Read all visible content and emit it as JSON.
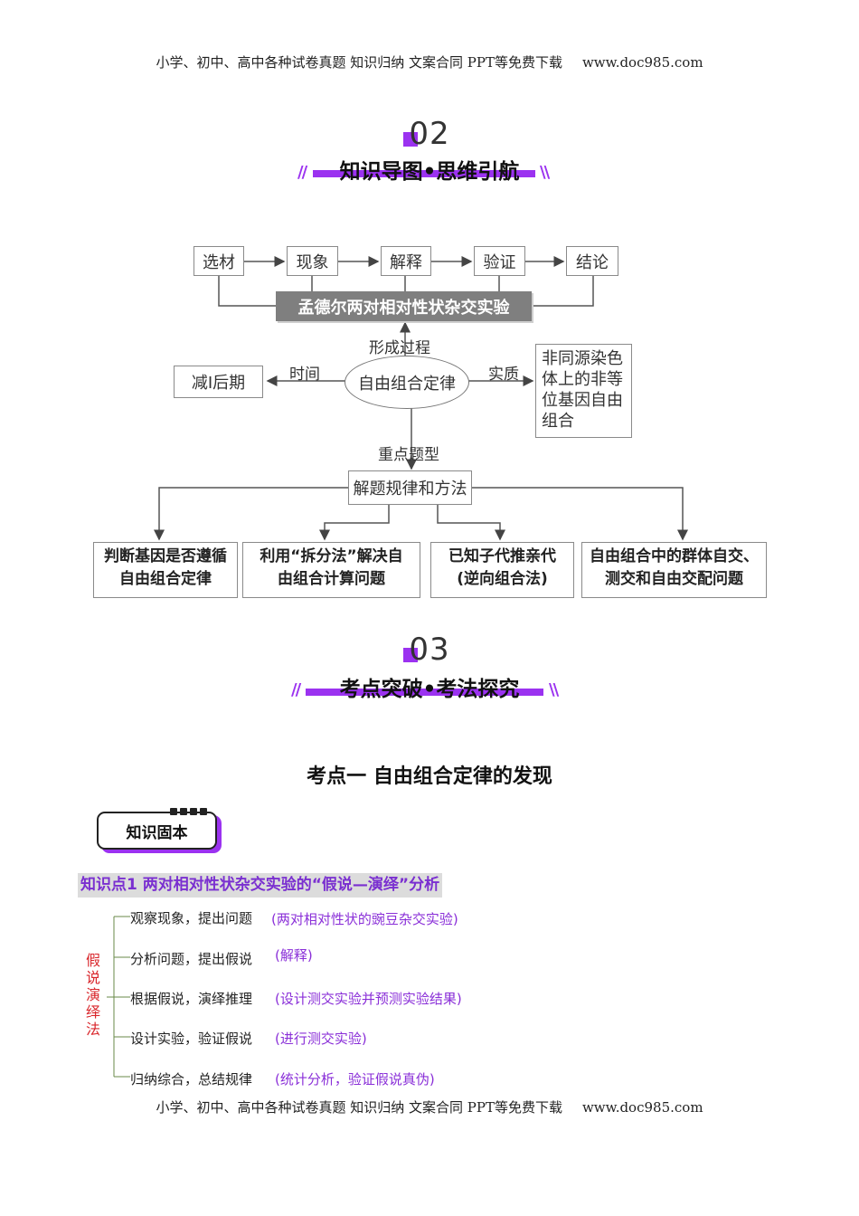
{
  "header": {
    "text": "小学、初中、高中各种试卷真题  知识归纳  文案合同  PPT等免费下载",
    "site": "www.doc985.com"
  },
  "footer": {
    "text": "小学、初中、高中各种试卷真题  知识归纳  文案合同  PPT等免费下载",
    "site": "www.doc985.com"
  },
  "section02": {
    "number": "02",
    "title": "知识导图•思维引航"
  },
  "mindmap": {
    "steps": [
      "选材",
      "现象",
      "解释",
      "验证",
      "结论"
    ],
    "experiment": "孟德尔两对相对性状杂交实验",
    "center": "自由组合定律",
    "label_process": "形成过程",
    "label_time": "时间",
    "time_box": "减Ⅰ后期",
    "label_essence": "实质",
    "essence_box": "非同源染色体上的非等位基因自由组合",
    "label_key": "重点题型",
    "methods": "解题规律和方法",
    "types": [
      {
        "line1": "判断基因是否遵循",
        "line2": "自由组合定律"
      },
      {
        "line1": "利用“拆分法”解决自",
        "line2": "由组合计算问题"
      },
      {
        "line1": "已知子代推亲代",
        "line2": "(逆向组合法)"
      },
      {
        "line1": "自由组合中的群体自交、",
        "line2": "测交和自由交配问题"
      }
    ]
  },
  "section03": {
    "number": "03",
    "title": "考点突破•考法探究"
  },
  "kaodian": {
    "title": "考点一  自由组合定律的发现"
  },
  "badge": {
    "label": "知识固本"
  },
  "knowledge_point": {
    "title": "知识点1  两对相对性状杂交实验的“假说—演绎”分析",
    "method": "假说演绎法",
    "method_chars": [
      "假",
      "说",
      "演",
      "绎",
      "法"
    ],
    "steps": [
      {
        "step": "观察现象，提出问题",
        "note": "(两对相对性状的豌豆杂交实验)"
      },
      {
        "step": "分析问题，提出假说",
        "note": "(解释)"
      },
      {
        "step": "根据假说，演绎推理",
        "note": "(设计测交实验并预测实验结果)"
      },
      {
        "step": "设计实验，验证假说",
        "note": "(进行测交实验)"
      },
      {
        "step": "归纳综合，总结规律",
        "note": "(统计分析，验证假说真伪)"
      }
    ]
  },
  "colors": {
    "accent": "#9b32f0",
    "red": "#d9262b",
    "note_purple": "#8a2fd8",
    "banner_gray": "#7f7f7f"
  }
}
